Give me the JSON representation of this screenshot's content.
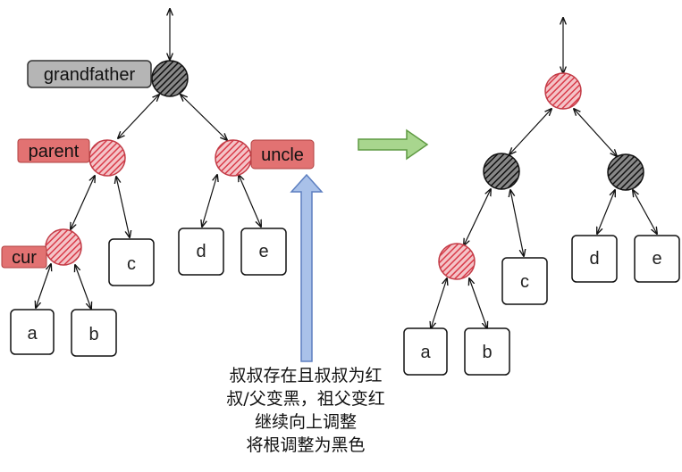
{
  "tags": {
    "grandfather": "grandfather",
    "parent": "parent",
    "uncle": "uncle",
    "cur": "cur"
  },
  "leaves_left": {
    "a": "a",
    "b": "b",
    "c": "c",
    "d": "d",
    "e": "e"
  },
  "leaves_right": {
    "a": "a",
    "b": "b",
    "c": "c",
    "d": "d",
    "e": "e"
  },
  "caption": {
    "line1": "叔叔存在且叔叔为红",
    "line2": "叔/父变黑，祖父变红",
    "line3": "继续向上调整",
    "line4": "将根调整为黑色"
  },
  "colors": {
    "red_fill": "#e05561",
    "black_fill": "#333333",
    "tag_red": "#e06060",
    "tag_gray": "#b0b0b0",
    "arrow_green": "#9ccf80",
    "arrow_blue": "#a8c0e8"
  }
}
